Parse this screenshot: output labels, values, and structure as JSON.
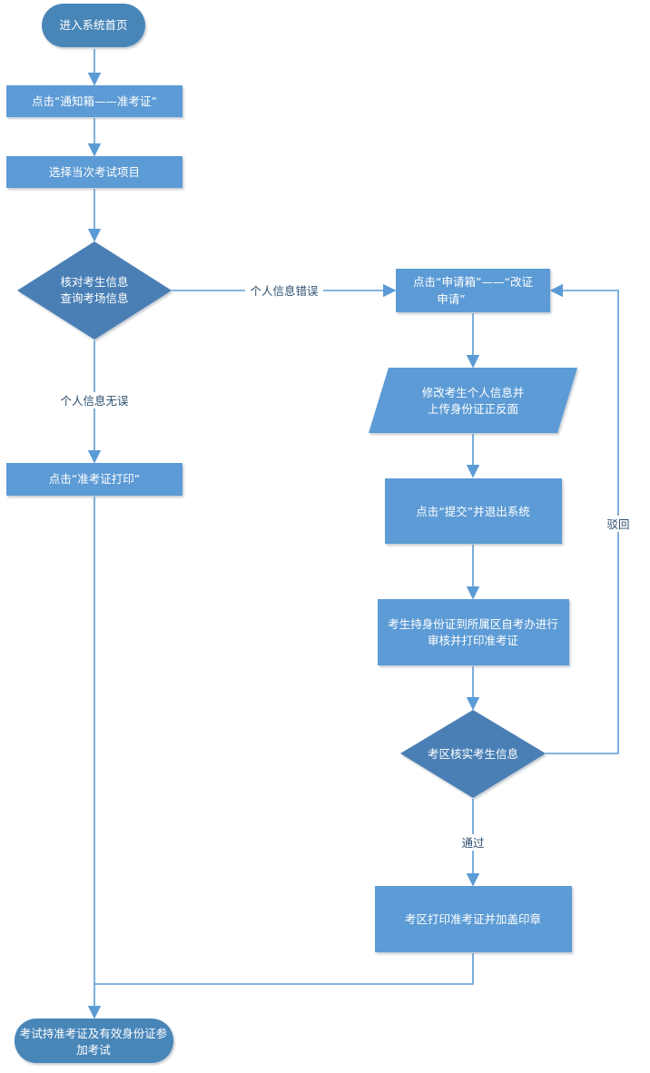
{
  "colors": {
    "terminal": "#4a86b8",
    "process": "#5b9bd5",
    "decision": "#4a7fb5",
    "edge": "#5b9bd5",
    "label_text": "#2e4f6e",
    "node_text": "#ffffff"
  },
  "nodes": {
    "start": {
      "lines": [
        "进入系统首页"
      ]
    },
    "notice": {
      "lines": [
        "点击“通知箱——准考证”"
      ]
    },
    "select": {
      "lines": [
        "选择当次考试项目"
      ]
    },
    "verify": {
      "lines": [
        "核对考生信息",
        "查询考场信息"
      ]
    },
    "print": {
      "lines": [
        "点击“准考证打印”"
      ]
    },
    "apply": {
      "lines": [
        "点击“申请箱”——“改证",
        "申请”"
      ]
    },
    "modify": {
      "lines": [
        "修改考生个人信息并",
        "上传身份证正反面"
      ]
    },
    "submit": {
      "lines": [
        "点击“提交”并退出系统"
      ]
    },
    "office": {
      "lines": [
        "考生持身份证到所属区自考办进行",
        "审核并打印准考证"
      ]
    },
    "district_check": {
      "lines": [
        "考区核实考生信息"
      ]
    },
    "district_print": {
      "lines": [
        "考区打印准考证并加盖印章"
      ]
    },
    "end": {
      "lines": [
        "考试持准考证及有效身份证参",
        "加考试"
      ]
    }
  },
  "edges": {
    "info_error": "个人信息错误",
    "info_ok": "个人信息无误",
    "passed": "通过",
    "rejected": "驳回"
  }
}
